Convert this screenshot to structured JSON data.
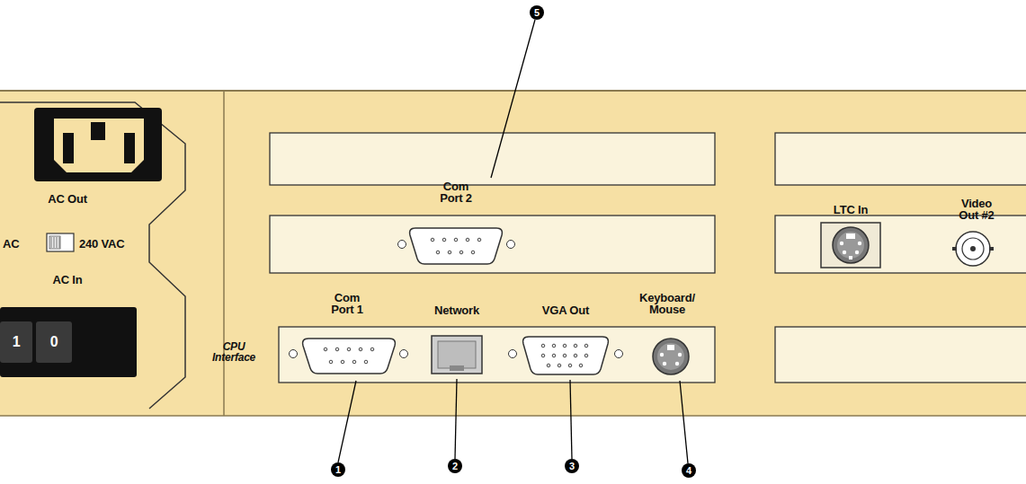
{
  "diagram": {
    "labels": [
      "5",
      "AC Out",
      "Com Port 2",
      "LTC In",
      "Video Out #2",
      "AC",
      "240 VAC",
      "AC In",
      "Com Port 1",
      "Network",
      "VGA Out",
      "Keyboard/ Mouse",
      "1",
      "0",
      "CPU Interface",
      "1",
      "2",
      "3",
      "4"
    ]
  }
}
